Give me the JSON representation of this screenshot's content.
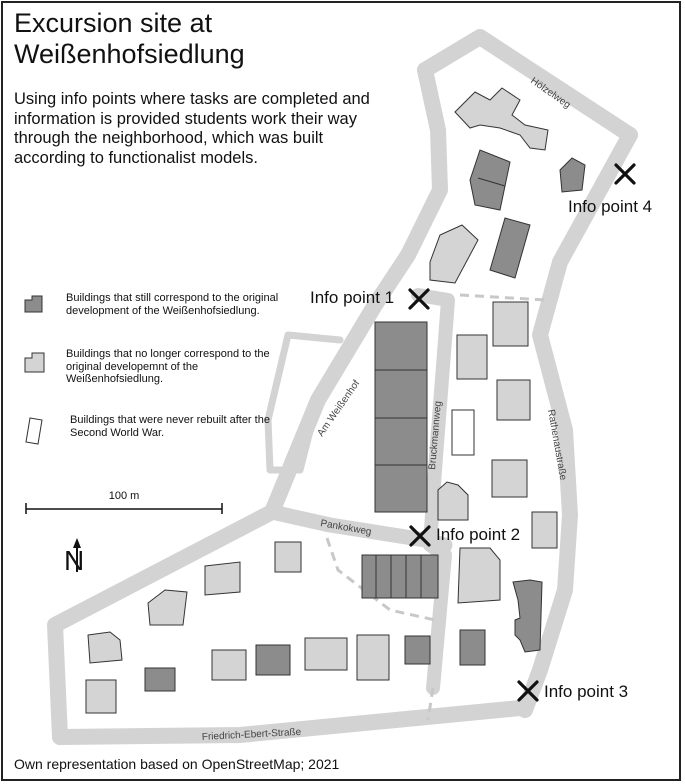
{
  "title": "Excursion site at Weißenhofsiedlung",
  "intro": "Using info points where tasks are completed and information is provided students work their way through the neighborhood, which was built according to functionalist models.",
  "legend": [
    {
      "text": "Buildings that still correspond to the original development of the Weißenhofsiedlung.",
      "color": "#8c8c8c"
    },
    {
      "text": "Buildings that no longer correspond to the original developemnt of the Weißenhofsiedlung.",
      "color": "#d4d4d4"
    },
    {
      "text": "Buildings that were never rebuilt after the Second World War.",
      "color": "#ffffff"
    }
  ],
  "scale_label": "100 m",
  "north_label": "N",
  "streets": {
    "hoelzelweg": "Hölzelweg",
    "am_weissenhof": "Am Weißenhof",
    "bruckmannweg": "Bruckmannweg",
    "rathenaustrasse": "Rathenaustraße",
    "pankokweg": "Pankokweg",
    "friedrich_ebert": "Friedrich-Ebert-Straße"
  },
  "info_points": [
    "Info point 1",
    "Info point 2",
    "Info point 3",
    "Info point 4"
  ],
  "footer": "Own representation based on OpenStreetMap; 2021",
  "colors": {
    "road": "#d3d3d3",
    "original": "#8c8c8c",
    "changed": "#d4d4d4",
    "never_rebuilt": "#ffffff",
    "path": "#c8c8c8"
  }
}
